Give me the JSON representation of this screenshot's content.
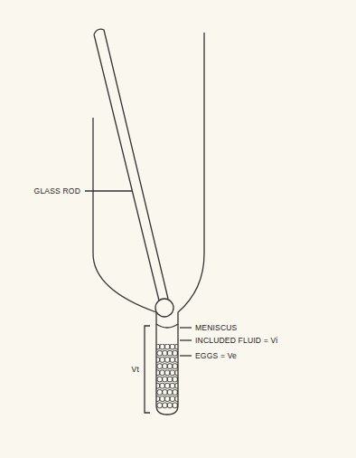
{
  "diagram": {
    "labels": [
      "GLASS ROD",
      "MENISCUS",
      "INCLUDED FLUID = Vi",
      "EGGS = Ve",
      "Vt"
    ]
  }
}
